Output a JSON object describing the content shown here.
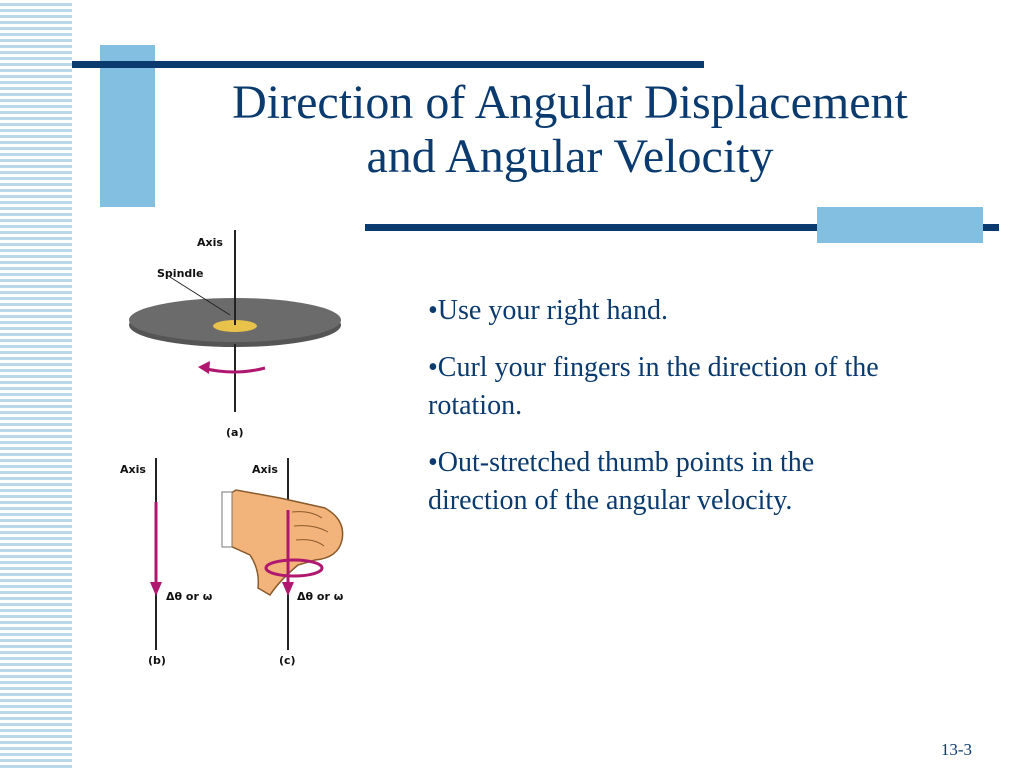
{
  "slide": {
    "title_lines": [
      "Direction of Angular Displacement",
      "and Angular Velocity"
    ],
    "bullets": [
      "•Use your right hand.",
      "•Curl your fingers in the direction of the rotation.",
      "•Out-stretched thumb points in the direction of the angular velocity."
    ],
    "page_number": "13-3"
  },
  "figure": {
    "top": {
      "axis_label": "Axis",
      "spindle_label": "Spindle",
      "caption": "(a)"
    },
    "left": {
      "axis_label": "Axis",
      "vector_label": "Δθ or ω",
      "caption": "(b)"
    },
    "right": {
      "axis_label": "Axis",
      "vector_label": "Δθ or ω",
      "caption": "(c)"
    }
  },
  "colors": {
    "navy": "#0a3a6e",
    "light_blue": "#82bfe0",
    "stripe": "#b9d8ea",
    "arrow": "#b0176e",
    "disk": "#555555",
    "hand": "#f2b47a"
  }
}
